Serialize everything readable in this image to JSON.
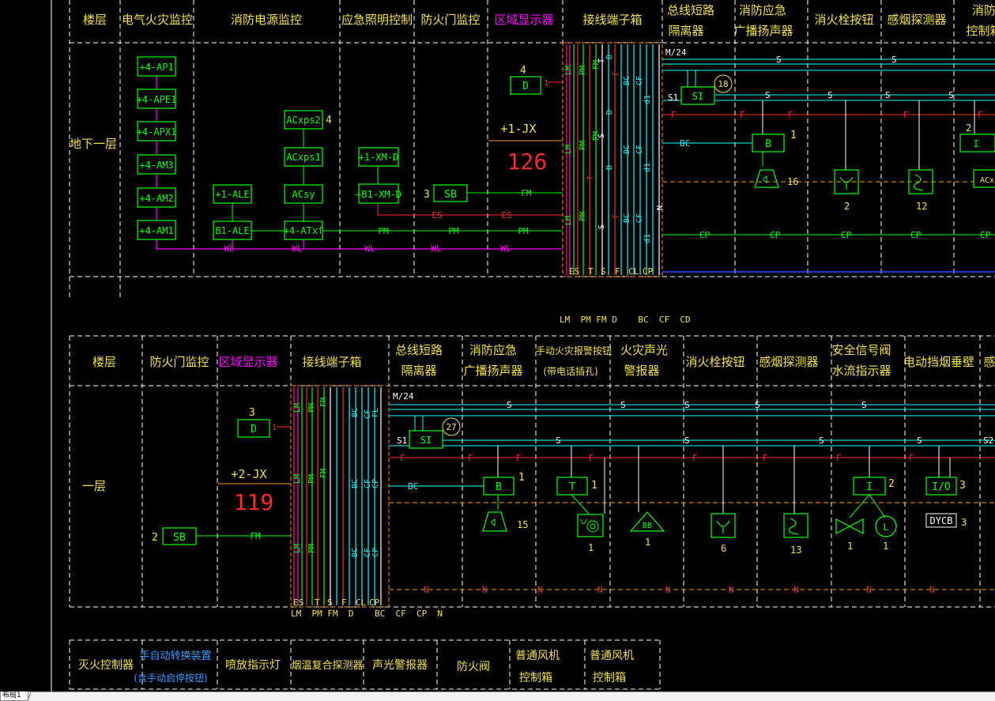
{
  "colors": {
    "bg": "#000000",
    "yellow": "#ffff00",
    "yellow_text": "#f5e14a",
    "white": "#ffffff",
    "green": "#00ff00",
    "magenta": "#ff00ff",
    "cyan": "#00ffff",
    "red": "#ff2a2a",
    "blue": "#2a4bff",
    "orange": "#ffa500",
    "header_blue": "#3b9bff"
  },
  "top_section": {
    "headers": {
      "floor": "楼层",
      "elec_fire": "电气火灾监控",
      "fire_power": "消防电源监控",
      "emerg_light": "应急照明控制",
      "fire_door": "防火门监控",
      "zone_display": "区域显示器",
      "terminal_box": "接线端子箱",
      "bus_iso_1": "总线短路",
      "bus_iso_2": "隔离器",
      "broadcast_1": "消防应急",
      "broadcast_2": "广播扬声器",
      "hydrant_btn": "消火栓按钮",
      "smoke_det": "感烟探测器",
      "fire_ctrl_1": "消防",
      "fire_ctrl_2": "控制箱"
    },
    "floor_label": "地下一层",
    "elec_devices": [
      "+4-AP1",
      "+4-APE1",
      "+4-APX1",
      "+4-AM3",
      "+4-AM2",
      "+4-AM1"
    ],
    "power_devices": {
      "acxps2": "ACxps2",
      "acxps2_qty": "4",
      "acxps1": "ACxps1",
      "acsy": "ACsy",
      "atxf": "+4-ATxf",
      "ale": "+1-ALE",
      "b1_ale": "B1-ALE"
    },
    "door_devices": {
      "xm": "+1-XM-D",
      "b1_xm": "+B1-XM-D"
    },
    "zone_display": {
      "d_label": "D",
      "d_qty": "4",
      "d_suffix": "1"
    },
    "sb": {
      "label": "SB",
      "qty": "3"
    },
    "jx": {
      "label": "+1-JX",
      "number": "126"
    },
    "bus_label": "M/24",
    "iso": {
      "label": "SI",
      "loop": "S1",
      "count": "18"
    },
    "b_module": {
      "label": "B",
      "qty": "1"
    },
    "speaker_qty": "16",
    "hydrant_qty": "2",
    "smoke_qty": "12",
    "ctrl_box": {
      "label": "I",
      "qty": "2",
      "ac": "ACxp"
    },
    "line_labels": {
      "wl": "WL",
      "es": "ES",
      "pm": "PM",
      "fm": "FM",
      "bc": "BC",
      "cp": "CP",
      "s": "S",
      "f": "F",
      "n": "N",
      "d": "D",
      "t": "T",
      "dl": "d1",
      "lm": "LM",
      "cf": "CF",
      "fl": "FL"
    },
    "terminal_bottom": [
      "ES",
      "T",
      "S",
      "F",
      "CL",
      "CP"
    ],
    "legend_row": "LM  PM FM D    BC  CF  CD"
  },
  "bottom_section": {
    "headers": {
      "floor": "楼层",
      "fire_door": "防火门监控",
      "zone_display": "区域显示器",
      "terminal_box": "接线端子箱",
      "bus_iso_1": "总线短路",
      "bus_iso_2": "隔离器",
      "broadcast_1": "消防应急",
      "broadcast_2": "广播扬声器",
      "manual_alarm_1": "手动火灾报警按钮",
      "manual_alarm_2": "(带电话插孔)",
      "sound_light_1": "火灾声光",
      "sound_light_2": "警报器",
      "hydrant_btn": "消火栓按钮",
      "smoke_det": "感烟探测器",
      "signal_valve_1": "安全信号阀",
      "signal_valve_2": "水流指示器",
      "elec_curtain": "电动挡烟垂壁",
      "extra": "感"
    },
    "floor_label": "一层",
    "zone_display": {
      "d_label": "D",
      "d_qty": "3",
      "d_suffix": "1"
    },
    "jx": {
      "label": "+2-JX",
      "number": "119"
    },
    "sb": {
      "label": "SB",
      "qty": "2"
    },
    "bus_label": "M/24",
    "iso": {
      "label": "SI",
      "loop": "S1",
      "count": "27",
      "loop2": "S2"
    },
    "b_module": {
      "label": "B",
      "qty": "1"
    },
    "t_module": {
      "label": "T",
      "qty": "1"
    },
    "speaker_qty": "15",
    "phone_qty": "1",
    "sound_light_qty": "1",
    "sound_light_label": "BB",
    "hydrant_qty": "6",
    "smoke_qty": "13",
    "i_module": {
      "label": "I",
      "qty": "2"
    },
    "io_module": {
      "label": "I/O",
      "qty": "3"
    },
    "valve_qty": "1",
    "flow_label": "L",
    "flow_qty": "1",
    "dycb": {
      "label": "DYCB",
      "qty": "3"
    },
    "terminal_bottom": [
      "ES",
      "T",
      "S",
      "F",
      "CL",
      "CP"
    ],
    "legend_row": "LM  PM FM  D    BC  CF  CP  N"
  },
  "legend_table": {
    "items": [
      "灭火控制器",
      "手自动转换装置",
      "(含手动启停按钮)",
      "喷放指示灯",
      "烟温复合探测器",
      "声光警报器",
      "防火阀",
      "普通风机",
      "控制箱",
      "普通风机",
      "控制箱"
    ]
  },
  "status_tab": "布局1"
}
